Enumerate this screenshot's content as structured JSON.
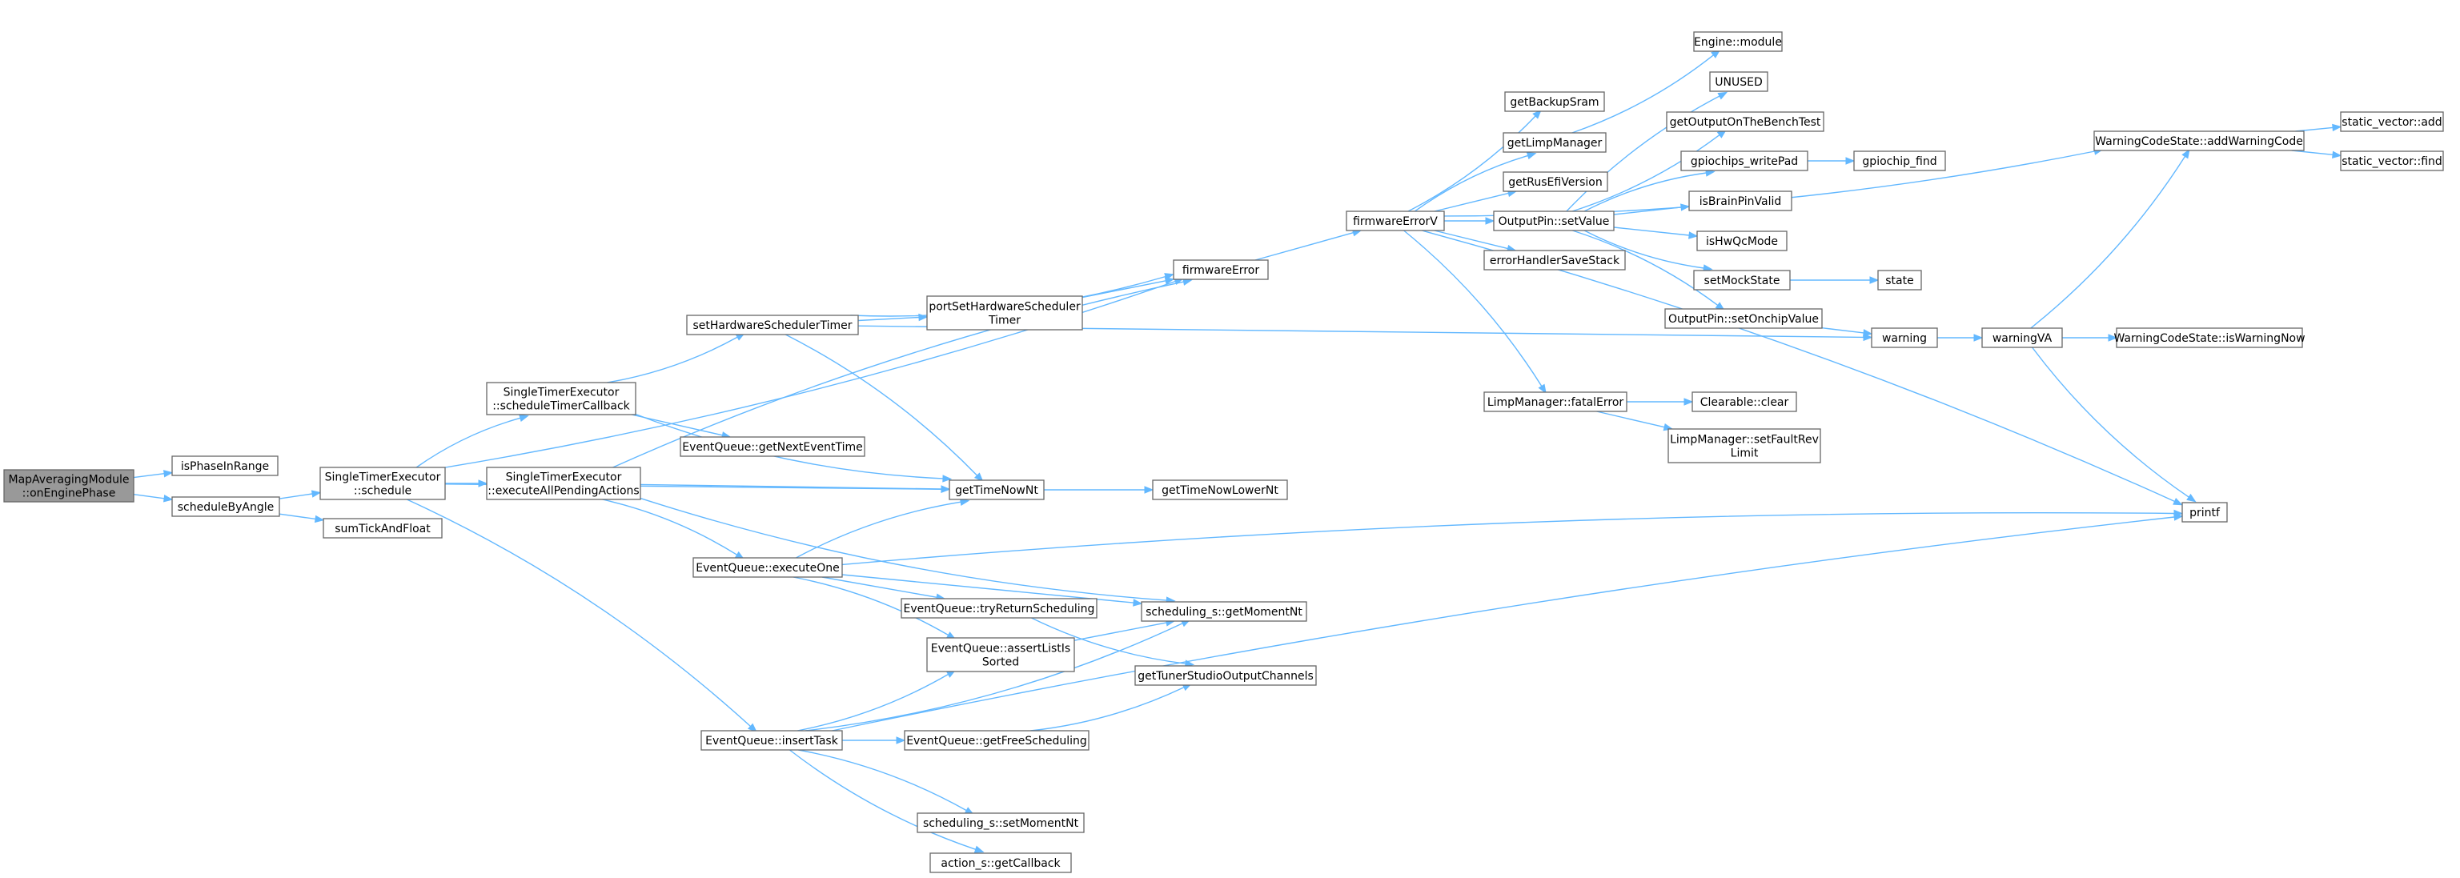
{
  "nodes": {
    "root": [
      "MapAveragingModule",
      "::onEnginePhase"
    ],
    "isPhaseInRange": [
      "isPhaseInRange"
    ],
    "scheduleByAngle": [
      "scheduleByAngle"
    ],
    "ste_schedule": [
      "SingleTimerExecutor",
      "::schedule"
    ],
    "sumTickAndFloat": [
      "sumTickAndFloat"
    ],
    "ste_scheduleTimerCallback": [
      "SingleTimerExecutor",
      "::scheduleTimerCallback"
    ],
    "ste_executeAll": [
      "SingleTimerExecutor",
      "::executeAllPendingActions"
    ],
    "setHardwareSchedulerTimer": [
      "setHardwareSchedulerTimer"
    ],
    "portSetHardwareSchedulerTimer": [
      "portSetHardwareScheduler",
      "Timer"
    ],
    "eq_getNextEventTime": [
      "EventQueue::getNextEventTime"
    ],
    "getTimeNowNt": [
      "getTimeNowNt"
    ],
    "getTimeNowLowerNt": [
      "getTimeNowLowerNt"
    ],
    "eq_executeOne": [
      "EventQueue::executeOne"
    ],
    "eq_tryReturnScheduling": [
      "EventQueue::tryReturnScheduling"
    ],
    "eq_assertListIsSorted": [
      "EventQueue::assertListIs",
      "Sorted"
    ],
    "sched_getMomentNt": [
      "scheduling_s::getMomentNt"
    ],
    "getTunerStudioOutputChannels": [
      "getTunerStudioOutputChannels"
    ],
    "eq_insertTask": [
      "EventQueue::insertTask"
    ],
    "eq_getFreeScheduling": [
      "EventQueue::getFreeScheduling"
    ],
    "sched_setMomentNt": [
      "scheduling_s::setMomentNt"
    ],
    "action_getCallback": [
      "action_s::getCallback"
    ],
    "firmwareError": [
      "firmwareError"
    ],
    "firmwareErrorV": [
      "firmwareErrorV"
    ],
    "getBackupSram": [
      "getBackupSram"
    ],
    "getLimpManager": [
      "getLimpManager"
    ],
    "getRusEfiVersion": [
      "getRusEfiVersion"
    ],
    "op_setValue": [
      "OutputPin::setValue"
    ],
    "errorHandlerSaveStack": [
      "errorHandlerSaveStack"
    ],
    "engine_module": [
      "Engine::module"
    ],
    "UNUSED": [
      "UNUSED"
    ],
    "getOutputOnTheBenchTest": [
      "getOutputOnTheBenchTest"
    ],
    "gpiochips_writePad": [
      "gpiochips_writePad"
    ],
    "gpiochip_find": [
      "gpiochip_find"
    ],
    "isBrainPinValid": [
      "isBrainPinValid"
    ],
    "isHwQcMode": [
      "isHwQcMode"
    ],
    "setMockState": [
      "setMockState"
    ],
    "state": [
      "state"
    ],
    "op_setOnchipValue": [
      "OutputPin::setOnchipValue"
    ],
    "lm_fatalError": [
      "LimpManager::fatalError"
    ],
    "clearable_clear": [
      "Clearable::clear"
    ],
    "lm_setFaultRevLimit": [
      "LimpManager::setFaultRev",
      "Limit"
    ],
    "warning": [
      "warning"
    ],
    "warningVA": [
      "warningVA"
    ],
    "wcs_addWarningCode": [
      "WarningCodeState::addWarningCode"
    ],
    "sv_add": [
      "static_vector::add"
    ],
    "sv_find": [
      "static_vector::find"
    ],
    "wcs_isWarningNow": [
      "WarningCodeState::isWarningNow"
    ],
    "printf": [
      "printf"
    ]
  }
}
